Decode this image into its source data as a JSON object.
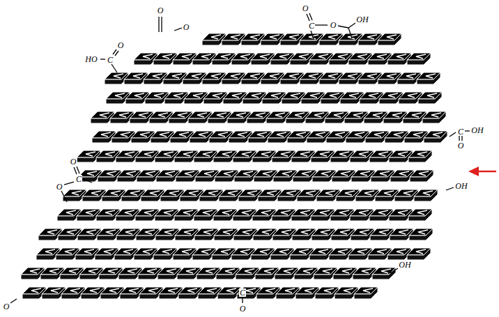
{
  "diagram": {
    "labels": [
      "O",
      "O",
      "O",
      "C",
      "O",
      "OH",
      "HO",
      "C",
      "O",
      "C",
      "OH",
      "O",
      "OH",
      "O",
      "C",
      "O",
      "OH",
      "O",
      "C",
      "O"
    ]
  }
}
